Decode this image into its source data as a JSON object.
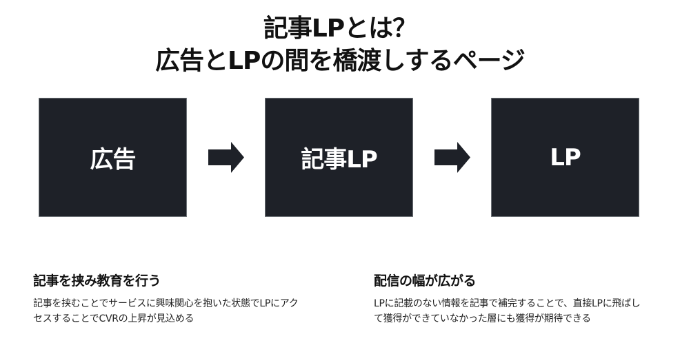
{
  "title": {
    "line1": "記事LPとは？",
    "line2": "広告とLPの間を橋渡しするページ"
  },
  "flow": {
    "steps": [
      {
        "label": "広告"
      },
      {
        "label": "記事LP"
      },
      {
        "label": "LP"
      }
    ],
    "connector_icon": "right-arrow-icon",
    "box_color": "#1e2128",
    "box_text_color": "#ffffff"
  },
  "sections": [
    {
      "heading": "記事を挟み教育を行う",
      "body": "記事を挟むことでサービスに興味関心を抱いた状態でLPにアクセスすることでCVRの上昇が見込める"
    },
    {
      "heading": "配信の幅が広がる",
      "body": "LPに記載のない情報を記事で補完することで、直接LPに飛ばして獲得ができていなかった層にも獲得が期待できる"
    }
  ]
}
